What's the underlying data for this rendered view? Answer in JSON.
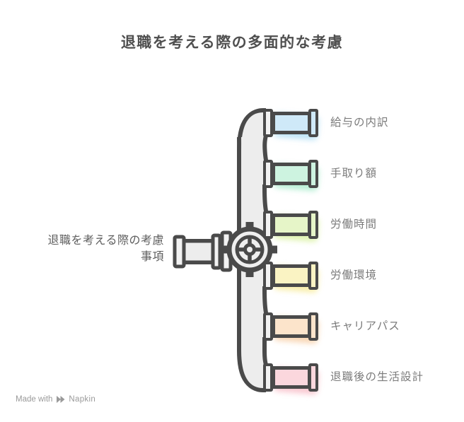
{
  "title": "退職を考える際の多面的な考慮",
  "root": {
    "label_line1": "退職を考える際の考慮",
    "label_line2": "事項"
  },
  "branches": [
    {
      "label": "給与の内訳",
      "color": "#cfe9f8",
      "glow": "#b7e1f5"
    },
    {
      "label": "手取り額",
      "color": "#cdf3e0",
      "glow": "#b0edd0"
    },
    {
      "label": "労働時間",
      "color": "#e6f5c8",
      "glow": "#dcf2a9"
    },
    {
      "label": "労働環境",
      "color": "#faf3c3",
      "glow": "#f8eda4"
    },
    {
      "label": "キャリアパス",
      "color": "#fce4cb",
      "glow": "#f8d3ae"
    },
    {
      "label": "退職後の生活設計",
      "color": "#fbd7dd",
      "glow": "#f9c4cd"
    }
  ],
  "footer": {
    "made_with": "Made with",
    "brand": "Napkin"
  },
  "colors": {
    "outline": "#4a4a4a",
    "pipe": "#ededed",
    "wheel_fill": "#efefef",
    "title_text": "#4f4f4f",
    "root_text": "#5d5d5d",
    "branch_text": "#7b7b7b",
    "footer_text": "#9a9a9a"
  }
}
